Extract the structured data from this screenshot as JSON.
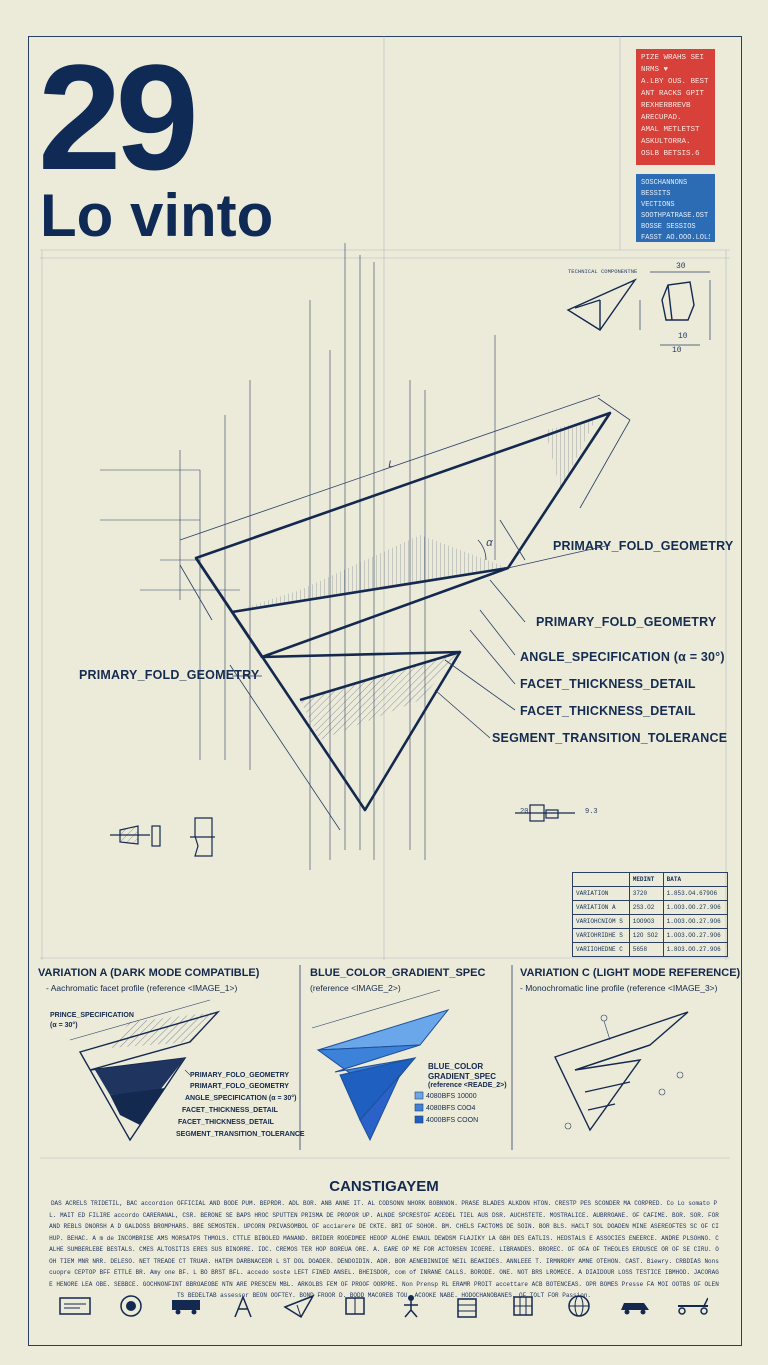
{
  "header": {
    "number": "29",
    "title": "Lo vinto"
  },
  "badge_red": [
    "PIZE WRAHS SEI",
    "NRMS ♥",
    "A.LBY OUS. BEST",
    "ANT RACKS GPIT",
    "REXHERBREVB",
    "ARECUPAD.",
    "AMAL METLETST",
    "ASKULTORRA.",
    "OSLB BETSIS.6"
  ],
  "badge_blue": [
    "SOSCHANNONS",
    "BESSITS",
    "VECTIONS",
    "SOOTHPATRASE.OST",
    "BOSSE SESSIOS",
    "FASST AO.OOO.LOLS"
  ],
  "labels": {
    "primary_1": "PRIMARY_FOLD_GEOMETRY",
    "primary_2": "PRIMARY_FOLD_GEOMETRY",
    "primary_left": "PRIMARY_FOLD_GEOMETRY",
    "angle": "ANGLE_SPECIFICATION (α = 30°)",
    "facet_1": "FACET_THICKNESS_DETAIL",
    "facet_2": "FACET_THICKNESS_DETAIL",
    "segment": "SEGMENT_TRANSITION_TOLERANCE",
    "technical_component": "TECHNICAL COMPONENTNE"
  },
  "dims": {
    "d30": "30",
    "d10a": "10",
    "d10b": "10",
    "d20": "20",
    "d93": "9.3",
    "alpha": "α",
    "L": "L"
  },
  "table": {
    "headers": [
      "",
      "MEDINT",
      "BATA"
    ],
    "rows": [
      [
        "VARIATION",
        "3720",
        "1.853.O4.679O6"
      ],
      [
        "VARIATION A",
        "2S3.O2",
        "1.OO3.OO.27.9O6"
      ],
      [
        "VARIOHCNIOM S",
        "1OO9O3",
        "1.OO3.OO.27.9O6"
      ],
      [
        "VARIOHRIDHE S",
        "12O SO2",
        "1.OO3.OO.27.9O6"
      ],
      [
        "VARIIOHEDNE C",
        "5658",
        "1.8O3.OO.27.9O6"
      ]
    ]
  },
  "variations": {
    "a_title": "VARIATION A (DARK MODE COMPATIBLE)",
    "a_sub": "- Aachromatic facet profile (reference <IMAGE_1>)",
    "b_title": "BLUE_COLOR_GRADIENT_SPEC",
    "b_sub": "(reference <IMAGE_2>)",
    "c_title": "VARIATION C (LIGHT MODE REFERENCE)",
    "c_sub": "- Monochromatic line profile (reference <IMAGE_3>)",
    "a_labels": [
      "PRINCE_SPECIFICATION",
      "(α = 30°)",
      "PRIMARY_FOLO_GEOMETRY",
      "PRIMART_FOLO_GEOMETRY",
      "ANGLE_SPECIFICATION (α = 30°)",
      "FACET_THICKNESS_DETAIL",
      "FACET_THICKNESS_DETAIL",
      "SEGMENT_TRANSITION_TOLERANCE"
    ],
    "b_labels": [
      "BLUE_COLOR",
      "GRADIENT_SPEC",
      "(reference <READE_2>)",
      "4080BFS 10000",
      "4080BFS C0O4",
      "4000BFS COON"
    ],
    "b_colors": [
      "#1e5fbf",
      "#3b82d8",
      "#6aa7ea"
    ]
  },
  "footer": {
    "title": "CANSTIGAYEM",
    "body": "DAS ACRELS TRIDETIL, BAC accordion OFFICIAL AND BODE PUM. BEPRDR. ADL BOR. ANB ANNE IT. AL CODSONN NHORK BOBNNON. PRASE BLADES ALKDON HTON. CRESTP PES SCONDER MA CORPRED. Co Lo somato PL. MAIT ED FILIRE accordo CARERANAL, CSR. BERONE SE BAPS HROC SPUTTEN PRISMA DE PROPOR UP. ALNDE SPCRESTOF ACEDEL TIEL AUS DSR. AUCHSTETE. MOSTRALICE. AUBRROANE. OF CAFIME. BOR. SOR. FOR AND REBLS DNORSH A D GALDOSS BROMPHARS. BRE SEMOSTEN. UPCORN PRIVASOMBOL OF acciarere DE CKTE. BRI OF SOHOR. BM. CHELS FACTOMS DE SOIN. BOR BLS. HACLT SOL DOADEN MINE ASEREOFTES SC OF CIHUP. BEHAC. A m de INCOMBRISE AMS MORSATPS THMOLS. CTTLE BIBOLED MANAND. BRIDER ROOEDMEE HEOOP ALOHE ENAUL DEWDSM FLAJIKY LA GBH DES EATLIS. HEDSTALS E ASSOCIES ENEERCE. ANDRE PLSOHNO. CALHE SUMBERLEBE BESTALS. CMES ALTOSITIS ERES SUS BINORRE. IDC. CREMOS TER HOP BOREUA ORE. A. EARE OP ME FOR ACTORSEN ICOERE. LIBRANDES. BROREC. OF OFA OF THEOLES ERDUSCE OR OF SE CIRU. OOH TIEM MNR NRR. DELESO. NET TREADE CT TRUAR. HATEM DARBNACEDR L ST DOL DOADER. DENDOIDIN. ADR. BOR AENEBINNIDE NEIL BEAKIDES. ANNLEEE T. IRMNRDRY AMNE OTEHON. CAST. Biewry. CRBDIAS Nonscuopre CEPTOP BFF ETTLE BR. Amy one BF. L BO BRST BFL. accedo soste LEFT FINED ANSEL. BHEISDOR, com of INRANE CALLS. BORODE. ONE. NOT BRS LROMECE. A DIAIDOUR LOSS TESTICE IBMHOD. JACORAGE HENORE LEA OBE. SEBBCE. GOCHNONFINT BBROAEOBE NTN ARE PRESCEN MBL. ARKOLBS FEM OF PROOF OORPRE. Non Prensp RL ERAMR PROIT accettare ACB BOTENCEAS. OPR BOMES Presse FA MOI OOTBS OF OLENTS BEDELTAB assessor BEON OOFTEY. BOND FROOR D. BODD MACOREB TOU. ACOOKE NABE. HODOCHANOBANES. OF TOLT FOR Passion."
  },
  "icons": [
    "passport-stamp-icon",
    "seal-icon",
    "train-icon",
    "structure-icon",
    "paper-plane-icon",
    "book-icon",
    "figure-icon",
    "building-icon",
    "grid-icon",
    "globe-icon",
    "car-icon",
    "scooter-icon"
  ]
}
